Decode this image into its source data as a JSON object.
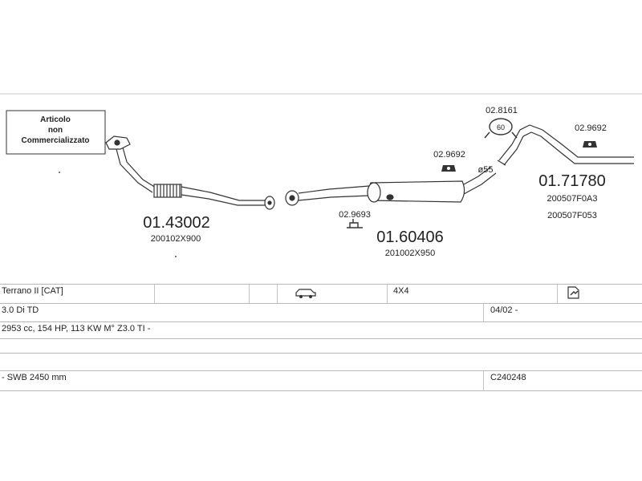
{
  "diagram": {
    "stamp": {
      "line1": "Articolo",
      "line2": "non",
      "line3": "Commercializzato"
    },
    "parts": [
      {
        "number": "01.43002",
        "code": "200102X900"
      },
      {
        "number": "01.60406",
        "code": "201002X950"
      },
      {
        "number": "01.71780",
        "code": "200507F0A3",
        "code2": "200507F053"
      }
    ],
    "hangers": [
      {
        "number": "02.9693"
      },
      {
        "number": "02.9692"
      },
      {
        "number": "02.8161",
        "badge": "60"
      },
      {
        "number": "02.9692"
      }
    ],
    "diameter_label": "ø55"
  },
  "vehicle": {
    "model": "Terrano II [CAT]",
    "drive": "4X4",
    "engine": "3.0 Di TD",
    "date": "04/02 -",
    "specs": "2953 cc, 154 HP, 113 KW M° Z3.0 TI -",
    "wheelbase": "- SWB 2450 mm",
    "ref": "C240248"
  },
  "colors": {
    "line": "#333333",
    "grid": "#b8b8b8",
    "background": "#ffffff"
  },
  "icons": [
    "car-icon",
    "document-icon"
  ]
}
